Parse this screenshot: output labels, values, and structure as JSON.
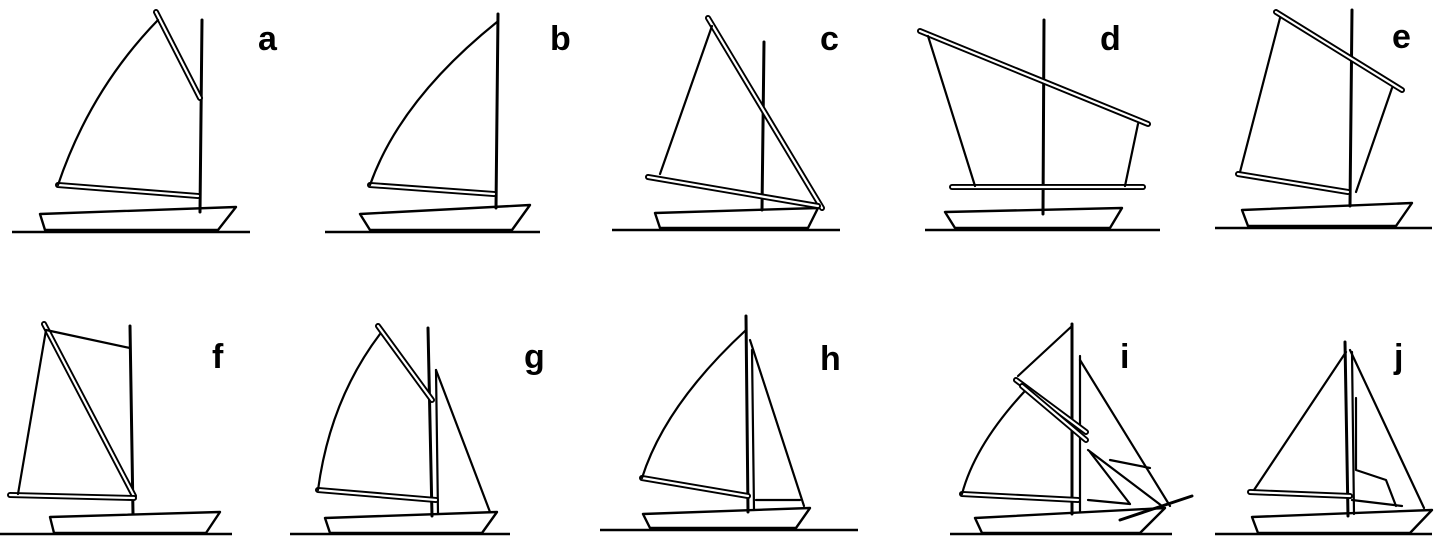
{
  "figure": {
    "panels": [
      {
        "label": "a"
      },
      {
        "label": "b"
      },
      {
        "label": "c"
      },
      {
        "label": "d"
      },
      {
        "label": "e"
      },
      {
        "label": "f"
      },
      {
        "label": "g"
      },
      {
        "label": "h"
      },
      {
        "label": "i"
      },
      {
        "label": "j"
      }
    ]
  }
}
